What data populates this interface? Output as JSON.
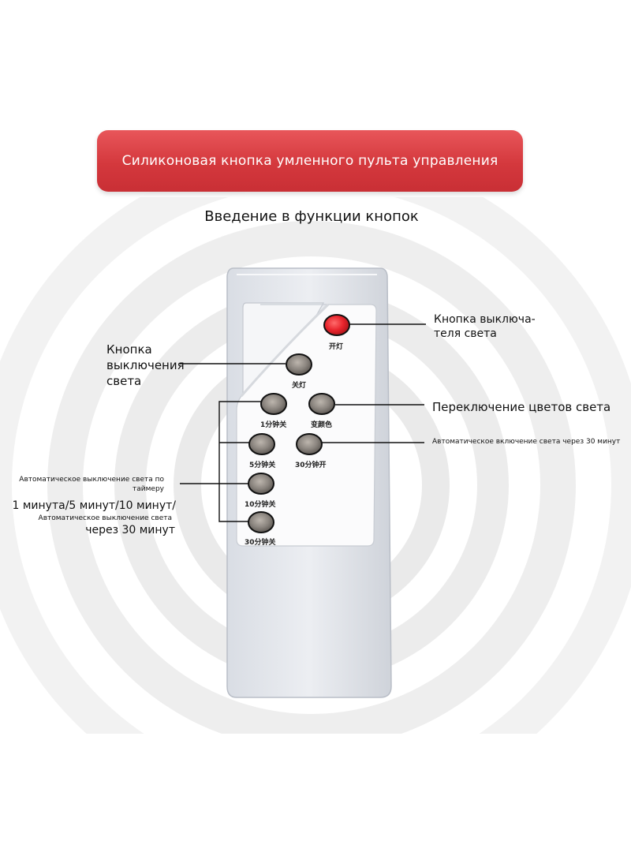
{
  "banner": {
    "title": "Силиконовая кнопка умленного пульта управления"
  },
  "subtitle": "Введение в функции кнопок",
  "remote": {
    "buttons": {
      "on": "开灯",
      "off": "关灯",
      "min1": "1分钟关",
      "color": "变颜色",
      "min5": "5分钟关",
      "on30": "30分钟开",
      "min10": "10分钟关",
      "min30": "30分钟关"
    }
  },
  "callouts": {
    "switch_button": "Кнопка выключа-теля света",
    "off_button": "Кнопка выключения света",
    "color_switch": "Переключение цветов света",
    "auto_on_30": "Автоматическое включение света через 30 минут",
    "timer_line1": "Автоматическое выключение света по таймеру",
    "timer_line2": "1 минута/5 минут/10 минут/",
    "timer_line3": "Автоматическое выключение света",
    "timer_line4": "через 30 минут"
  },
  "colors": {
    "banner": "#d4383d",
    "on_button": "#e8242c",
    "gray_button": "#8a847e"
  }
}
